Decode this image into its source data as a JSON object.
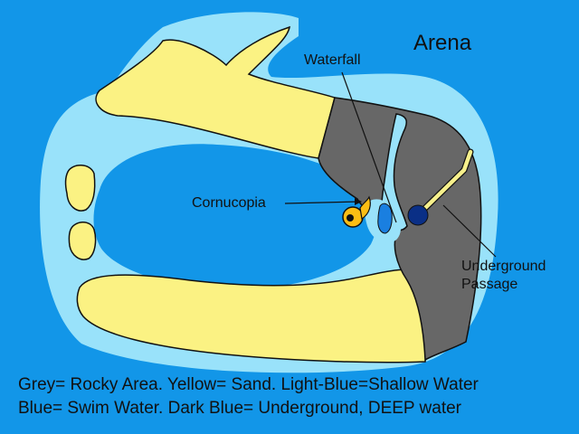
{
  "title": "Arena",
  "labels": {
    "waterfall": "Waterfall",
    "cornucopia": "Cornucopia",
    "passage_line1": "Underground",
    "passage_line2": "Passage"
  },
  "legend": {
    "line1": "Grey= Rocky Area. Yellow= Sand. Light-Blue=Shallow Water",
    "line2": "Blue= Swim Water. Dark Blue= Underground, DEEP water"
  },
  "colors": {
    "swim_water": "#1296e8",
    "shallow_water": "#99e2fa",
    "sand": "#fbf283",
    "rock": "#676767",
    "deep_water": "#0a2f86",
    "cornucopia": "#fbbe14",
    "passage": "#f7f08c"
  }
}
